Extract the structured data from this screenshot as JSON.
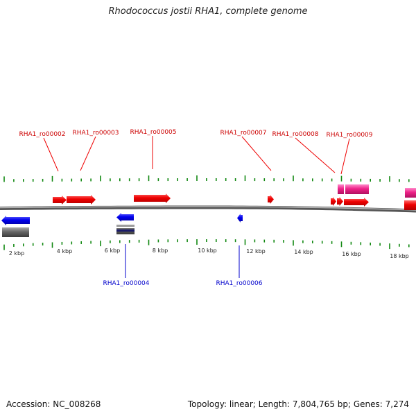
{
  "title": "Rhodococcus jostii RHA1, complete genome",
  "footer": {
    "accession": "Accession: NC_008268",
    "topology": "Topology: linear; Length: 7,804,765 bp; Genes: 7,274"
  },
  "colors": {
    "forward_gene": "#ee0000",
    "reverse_gene": "#0000ee",
    "rna_feature": "#ee2288",
    "pseudo_feature": "#666666",
    "tick": "#118811",
    "backbone": "#777777"
  },
  "axis": {
    "unit": "kbp",
    "tick_labels": [
      "2 kbp",
      "4 kbp",
      "6 kbp",
      "8 kbp",
      "10 kbp",
      "12 kbp",
      "14 kbp",
      "16 kbp",
      "18 kbp"
    ]
  },
  "labels": {
    "forward": [
      "RHA1_ro00002",
      "RHA1_ro00003",
      "RHA1_ro00005",
      "RHA1_ro00007",
      "RHA1_ro00008",
      "RHA1_ro00009"
    ],
    "reverse": [
      "RHA1_ro00004",
      "RHA1_ro00006"
    ]
  },
  "features": [
    {
      "strand": "+",
      "type": "gene"
    },
    {
      "strand": "+",
      "type": "gene"
    },
    {
      "strand": "+",
      "type": "gene"
    },
    {
      "strand": "+",
      "type": "gene"
    },
    {
      "strand": "+",
      "type": "gene"
    },
    {
      "strand": "+",
      "type": "gene"
    },
    {
      "strand": "+",
      "type": "gene"
    },
    {
      "strand": "+",
      "type": "rna"
    },
    {
      "strand": "+",
      "type": "gene"
    },
    {
      "strand": "+",
      "type": "rna"
    },
    {
      "strand": "-",
      "type": "gene"
    },
    {
      "strand": "-",
      "type": "pseudo"
    },
    {
      "strand": "-",
      "type": "gene"
    },
    {
      "strand": "-",
      "type": "pseudo"
    },
    {
      "strand": "-",
      "type": "gene"
    }
  ]
}
